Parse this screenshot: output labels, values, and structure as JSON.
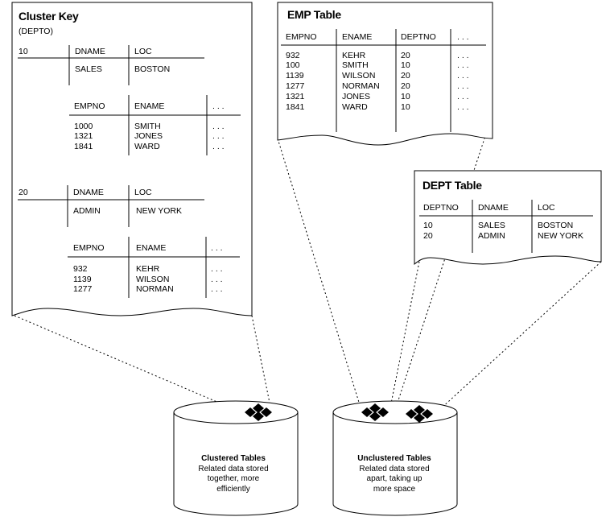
{
  "cluster_key": {
    "title": "Cluster Key",
    "subtitle": "(DEPTO)",
    "groups": [
      {
        "key": "10",
        "dept_headers": [
          "DNAME",
          "LOC"
        ],
        "dept_values": [
          "SALES",
          "BOSTON"
        ],
        "emp_headers": [
          "EMPNO",
          "ENAME",
          ". . ."
        ],
        "empnos": [
          "1000",
          "1321",
          "1841"
        ],
        "enames": [
          "SMITH",
          "JONES",
          "WARD"
        ],
        "dots": [
          ". . .",
          ". . .",
          ". . ."
        ]
      },
      {
        "key": "20",
        "dept_headers": [
          "DNAME",
          "LOC"
        ],
        "dept_values": [
          "ADMIN",
          "NEW YORK"
        ],
        "emp_headers": [
          "EMPNO",
          "ENAME",
          ". . ."
        ],
        "empnos": [
          "932",
          "1139",
          "1277"
        ],
        "enames": [
          "KEHR",
          "WILSON",
          "NORMAN"
        ],
        "dots": [
          ". . .",
          ". . .",
          ". . ."
        ]
      }
    ]
  },
  "emp_table": {
    "title": "EMP Table",
    "headers": [
      "EMPNO",
      "ENAME",
      "DEPTNO",
      ". . ."
    ],
    "empnos": [
      "932",
      "100",
      "1139",
      "1277",
      "1321",
      "1841"
    ],
    "enames": [
      "KEHR",
      "SMITH",
      "WILSON",
      "NORMAN",
      "JONES",
      "WARD"
    ],
    "deptnos": [
      "20",
      "10",
      "20",
      "20",
      "10",
      "10"
    ],
    "dots": [
      ". . .",
      ". . .",
      ". . .",
      ". . .",
      ". . .",
      ". . ."
    ]
  },
  "dept_table": {
    "title": "DEPT Table",
    "headers": [
      "DEPTNO",
      "DNAME",
      "LOC"
    ],
    "deptnos": [
      "10",
      "20"
    ],
    "dnames": [
      "SALES",
      "ADMIN"
    ],
    "locs": [
      "BOSTON",
      "NEW YORK"
    ]
  },
  "clustered": {
    "title": "Clustered Tables",
    "lines": [
      "Related data stored",
      "together, more",
      "efficiently"
    ]
  },
  "unclustered": {
    "title": "Unclustered Tables",
    "lines": [
      "Related data stored",
      "apart, taking up",
      "more space"
    ]
  }
}
